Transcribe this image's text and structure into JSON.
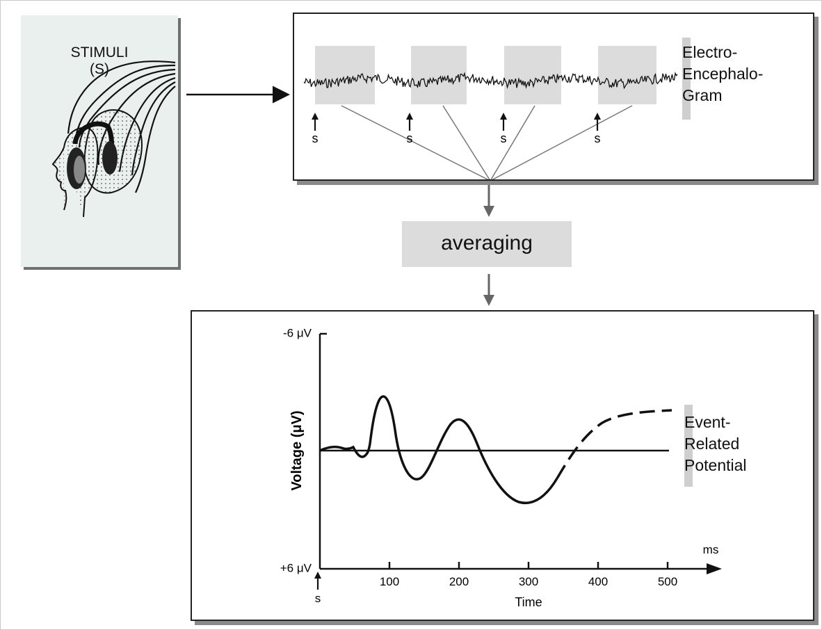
{
  "stimuli": {
    "line1": "STIMULI",
    "line2": "(S)"
  },
  "eeg": {
    "label_lines": [
      "Electro-",
      "Encephalo-",
      "Gram"
    ],
    "stimulus_marker": "s"
  },
  "averaging": {
    "label": "averaging"
  },
  "erp": {
    "label_lines": [
      "Event-",
      "Related",
      "Potential"
    ],
    "y_top_label": "-6 μV",
    "y_bottom_label": "+6 μV",
    "y_axis_title": "Voltage (μV)",
    "x_axis_title": "Time",
    "x_unit": "ms",
    "x_ticks": [
      "100",
      "200",
      "300",
      "400",
      "500"
    ],
    "stimulus_marker": "s"
  },
  "colors": {
    "panel_border": "#222222",
    "highlight": "#dcdcdc",
    "arrow_gray": "#666666",
    "stim_bg": "#eaf0ee"
  }
}
